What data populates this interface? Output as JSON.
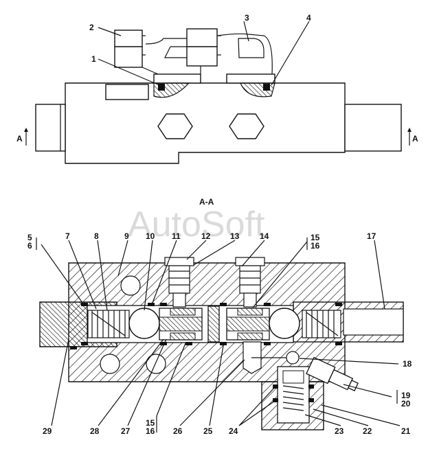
{
  "section_label": "A-A",
  "section_marks": {
    "left": "A",
    "right": "A"
  },
  "watermark": "AutoSoft",
  "callouts": {
    "c1": "1",
    "c2": "2",
    "c3": "3",
    "c4": "4",
    "c5": "5",
    "c6": "6",
    "c7": "7",
    "c8": "8",
    "c9": "9",
    "c10": "10",
    "c11": "11",
    "c12": "12",
    "c13": "13",
    "c14": "14",
    "c15a": "15",
    "c16a": "16",
    "c17": "17",
    "c18": "18",
    "c19": "19",
    "c20": "20",
    "c21": "21",
    "c22": "22",
    "c23": "23",
    "c24": "24",
    "c25": "25",
    "c26": "26",
    "c27": "27",
    "c28": "28",
    "c29": "29",
    "c15b": "15",
    "c16b": "16"
  }
}
